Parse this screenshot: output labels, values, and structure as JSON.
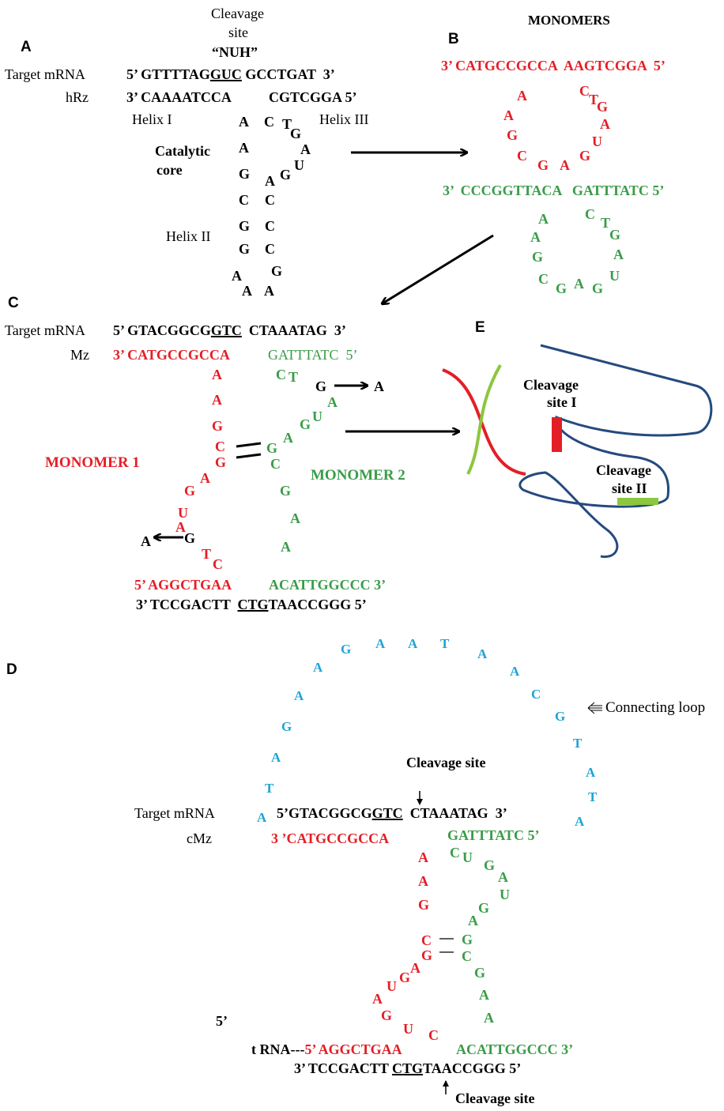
{
  "colors": {
    "black": "#000000",
    "red": "#e41e26",
    "green": "#3a9c49",
    "blue": "#1fa3d6",
    "navy": "#244a7e",
    "lime": "#8dc63f"
  },
  "panels": {
    "a": "A",
    "b": "B",
    "c": "C",
    "d": "D",
    "e": "E"
  },
  "panel_a": {
    "cleavage_label_1": "Cleavage",
    "cleavage_label_2": "site",
    "nuh": "“NUH”",
    "target_label": "Target mRNA",
    "target_seq_left": "5’ GTTTTAG",
    "target_seq_mid": "GUC",
    "target_seq_right": " GCCTGAT  3’",
    "hrz_label": "hRz",
    "hrz_seq_left": "3’ CAAAATCCA",
    "hrz_seq_right": "CGTCGGA 5’",
    "helix1": "Helix I",
    "helix3": "Helix III",
    "helix2": "Helix II",
    "catalytic_1": "Catalytic",
    "catalytic_2": "core",
    "core_nts": [
      "A",
      "A",
      "G",
      "C",
      "G",
      "G",
      "A",
      "A",
      "C",
      "T",
      "G",
      "A",
      "U",
      "G",
      "A",
      "C",
      "C",
      "G",
      "A"
    ]
  },
  "panel_b": {
    "title": "MONOMERS",
    "m1_seq": "3’ CATGCCGCCA  AAGTCGGA  5’",
    "m1_nts": [
      "A",
      "A",
      "G",
      "C",
      "G",
      "A",
      "G",
      "U",
      "A",
      "G",
      "T",
      "C"
    ],
    "m2_seq": "3’  CCCGGTTACA   GATTTATC 5’",
    "m2_nts": [
      "A",
      "A",
      "G",
      "C",
      "G",
      "A",
      "G",
      "U",
      "A",
      "G",
      "T",
      "C"
    ]
  },
  "panel_c": {
    "target_label": "Target mRNA",
    "target_seq_left": "5’ GTACGGCG",
    "target_seq_mid": "GTC",
    "target_seq_right": "  CTAAATAG  3’",
    "mz_label": "Mz",
    "mz_red": "3’ CATGCCGCCA",
    "mz_green": "GATTTATC  5’",
    "red_nts": [
      "A",
      "A",
      "G",
      "C",
      "G",
      "A",
      "G",
      "U",
      "A",
      "T",
      "C"
    ],
    "green_nts": [
      "C",
      "T",
      "A",
      "U",
      "G",
      "A",
      "G",
      "C",
      "G",
      "A",
      "A"
    ],
    "g_label": "G",
    "a_label": "A",
    "a_label_2": "A",
    "g_label_2": "G",
    "monomer1": "MONOMER 1",
    "monomer2": "MONOMER 2",
    "bottom_red": "5’ AGGCTGAA",
    "bottom_green": "ACATTGGCCC 3’",
    "bottom_black_left": "3’ TCCGACTT  ",
    "bottom_black_mid": "CTG",
    "bottom_black_right": "TAACCGGG 5’"
  },
  "panel_e": {
    "site1_a": "Cleavage",
    "site1_b": "site I",
    "site2_a": "Cleavage",
    "site2_b": "site II"
  },
  "panel_d": {
    "loop_nts": [
      "A",
      "T",
      "A",
      "G",
      "A",
      "A",
      "G",
      "A",
      "A",
      "T",
      "A",
      "A",
      "C",
      "G",
      "T",
      "A",
      "T",
      "A"
    ],
    "connecting_loop": "Connecting loop",
    "cleavage_top": "Cleavage site",
    "target_label": "Target mRNA",
    "target_left": "5’GTACGGCG",
    "target_mid": "GTC",
    "target_right": "  CTAAATAG  3’",
    "cmz_label": "cMz",
    "cmz_red": "3 ’CATGCCGCCA",
    "cmz_green": "GATTTATC 5’",
    "red_nts": [
      "A",
      "A",
      "G",
      "C",
      "G",
      "A",
      "G",
      "U",
      "A",
      "G",
      "U",
      "C"
    ],
    "green_nts": [
      "C",
      "U",
      "G",
      "A",
      "U",
      "G",
      "A",
      "G",
      "C",
      "G",
      "A",
      "A"
    ],
    "five_prime": "5’",
    "trna": "t RNA---",
    "bottom_red": "5’ AGGCTGAA",
    "bottom_green": "ACATTGGCCC 3’",
    "bottom_black_left": "3’ TCCGACTT ",
    "bottom_black_mid": "CTG",
    "bottom_black_right": "TAACCGGG 5’",
    "cleavage_bottom": "Cleavage site"
  }
}
